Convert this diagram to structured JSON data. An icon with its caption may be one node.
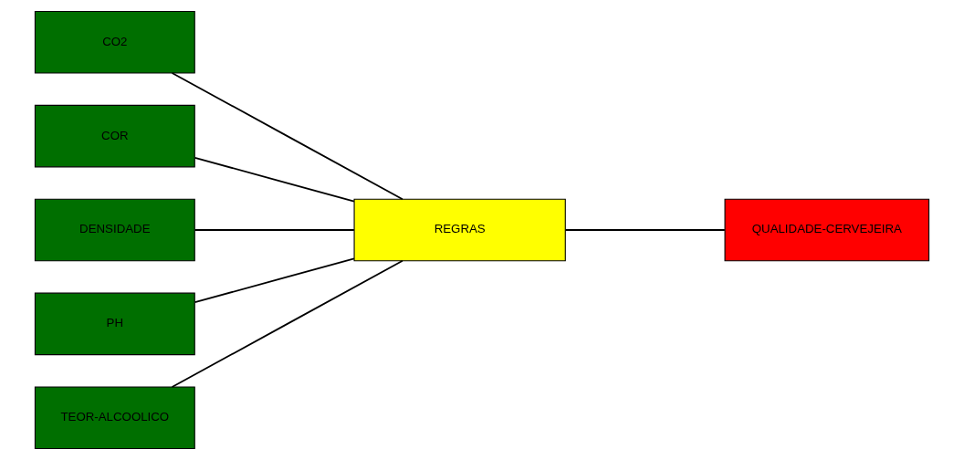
{
  "diagram": {
    "nodes": [
      {
        "text": [
          "CO2"
        ]
      },
      {
        "text": [
          "COR"
        ]
      },
      {
        "text": [
          "DENSIDADE"
        ]
      },
      {
        "text": [
          "PH"
        ]
      },
      {
        "text": [
          "TEOR-ALCOOLICO"
        ]
      },
      {
        "text": [
          "REGRAS"
        ]
      },
      {
        "text": [
          "QUALIDADE-CERVEJEIRA"
        ]
      }
    ],
    "edges": [
      {
        "from": 0,
        "to": 5,
        "arrow": "none"
      },
      {
        "from": 1,
        "to": 5,
        "arrow": "none"
      },
      {
        "from": 2,
        "to": 5,
        "arrow": "none"
      },
      {
        "from": 3,
        "to": 5,
        "arrow": "none"
      },
      {
        "from": 4,
        "to": 5,
        "arrow": "none"
      },
      {
        "from": 5,
        "to": 6,
        "arrow": "none"
      }
    ]
  }
}
